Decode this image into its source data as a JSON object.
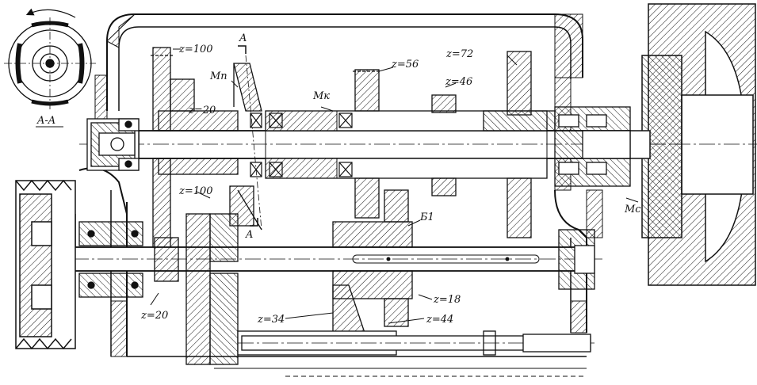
{
  "labels": {
    "z100_top": "z=100",
    "section_marker_top": "A",
    "m_p": "Mп",
    "z20_top": "z=20",
    "z56": "z=56",
    "z72": "z=72",
    "z46": "z=46",
    "m_k": "Mк",
    "z100_left": "z=100",
    "section_marker_bottom": "A",
    "b1": "Б1",
    "m_c": "Mc",
    "z18": "z=18",
    "z20_bottom": "z=20",
    "z34": "z=34",
    "z44": "z=44",
    "section_caption": "A-A"
  }
}
